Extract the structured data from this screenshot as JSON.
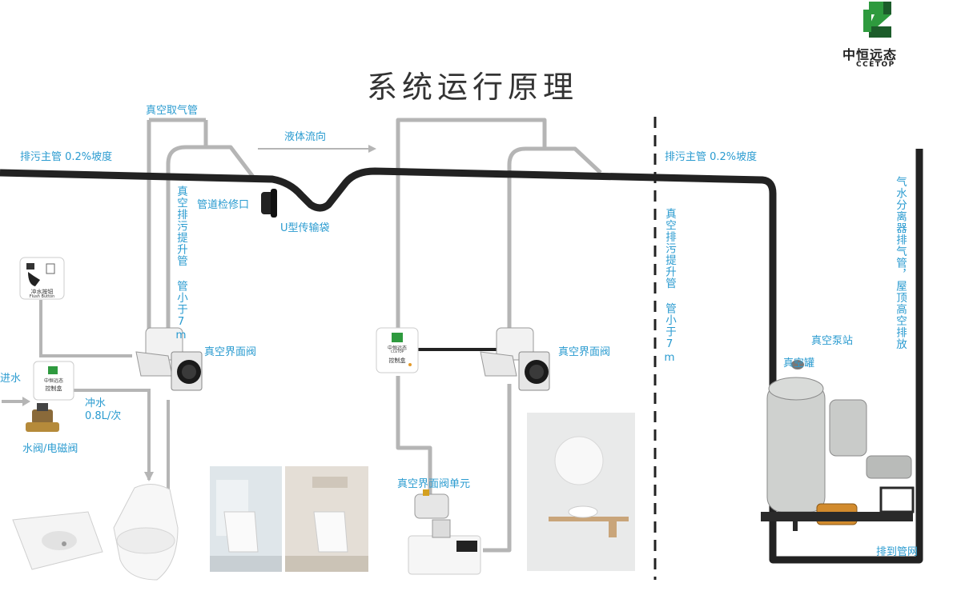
{
  "title": "系统运行原理",
  "logo": {
    "name": "中恒远态",
    "subtitle": "CCETOP",
    "icon": "ccetop-logo-icon"
  },
  "colors": {
    "pipe_dark": "#222222",
    "pipe_gray": "#b5b5b5",
    "label": "#2a9bd0",
    "logo_green": "#2e9a3e",
    "logo_dark": "#1c5c2a"
  },
  "labels": {
    "vacuum_air_pipe": "真空取气管",
    "liquid_flow": "液体流向",
    "main_pipe_left": "排污主管  0.2%坡度",
    "main_pipe_right": "排污主管  0.2%坡度",
    "inspection_port": "管道检修口",
    "u_bag": "U型传输袋",
    "lift_pipe_left": "真空排污提升管 管小于7m",
    "lift_pipe_right": "真空排污提升管 管小于7m",
    "interface_valve_left": "真空界面阀",
    "interface_valve_right": "真空界面阀",
    "water_in": "进水",
    "flush_water": "冲水",
    "flush_volume": "0.8L/次",
    "water_valve": "水阀/电磁阀",
    "valve_unit": "真空界面阀单元",
    "pump_station": "真空泵站",
    "vacuum_tank": "真空罐",
    "separator_exhaust": "气水分离器排气管，屋顶高空排放",
    "discharge": "排到管网"
  },
  "cards": {
    "flush_button": {
      "line1": "冲水按钮",
      "line2": "Flush Button"
    },
    "control_box_left": {
      "brand": "中恒远态",
      "label": "控制盒"
    },
    "control_box_mid": {
      "brand": "中恒远态",
      "brand_sub": "CCETOP",
      "label": "控制盒"
    }
  }
}
